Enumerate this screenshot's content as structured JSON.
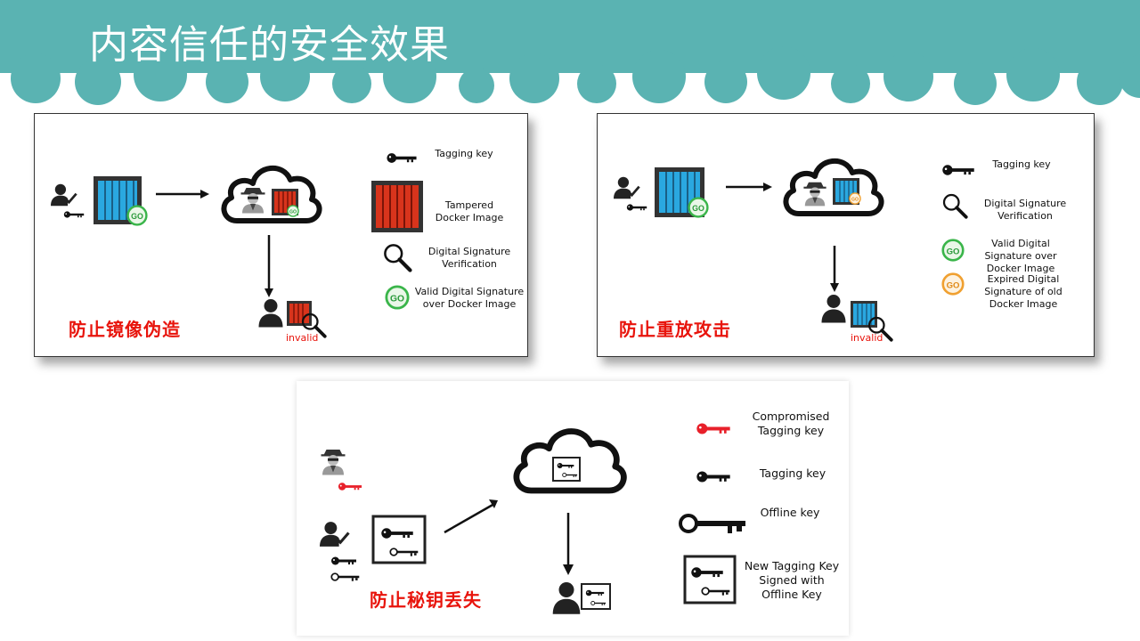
{
  "slide": {
    "title": "内容信任的安全效果",
    "header_color": "#5ab3b2"
  },
  "panels": [
    {
      "caption": "防止镜像伪造",
      "invalid_label": "invalid",
      "legend": [
        {
          "icon": "key-icon",
          "text": "Tagging key"
        },
        {
          "icon": "tampered-container-icon",
          "text": "Tampered Docker Image"
        },
        {
          "icon": "magnifier-icon",
          "text": "Digital Signature Verification"
        },
        {
          "icon": "valid-go-badge-icon",
          "text": "Valid Digital Signature over Docker Image"
        }
      ]
    },
    {
      "caption": "防止重放攻击",
      "invalid_label": "invalid",
      "legend": [
        {
          "icon": "key-icon",
          "text": "Tagging key"
        },
        {
          "icon": "magnifier-icon",
          "text": "Digital Signature Verification"
        },
        {
          "icon": "valid-go-badge-icon",
          "text": "Valid Digital Signature over Docker Image"
        },
        {
          "icon": "expired-go-badge-icon",
          "text": "Expired Digital Signature of old Docker Image"
        }
      ]
    },
    {
      "caption": "防止秘钥丢失",
      "legend": [
        {
          "icon": "compromised-key-icon",
          "text": "Compromised Tagging key"
        },
        {
          "icon": "key-icon",
          "text": "Tagging key"
        },
        {
          "icon": "offline-key-icon",
          "text": "Offline key"
        },
        {
          "icon": "signed-key-card-icon",
          "text": "New Tagging Key Signed with Offline Key"
        }
      ]
    }
  ],
  "colors": {
    "accent_red": "#e8140c",
    "container_blue": "#2aa8e0",
    "container_red": "#d8341c",
    "go_green": "#3ab54a",
    "go_orange": "#f0a030",
    "compromised_key": "#e8202a"
  }
}
